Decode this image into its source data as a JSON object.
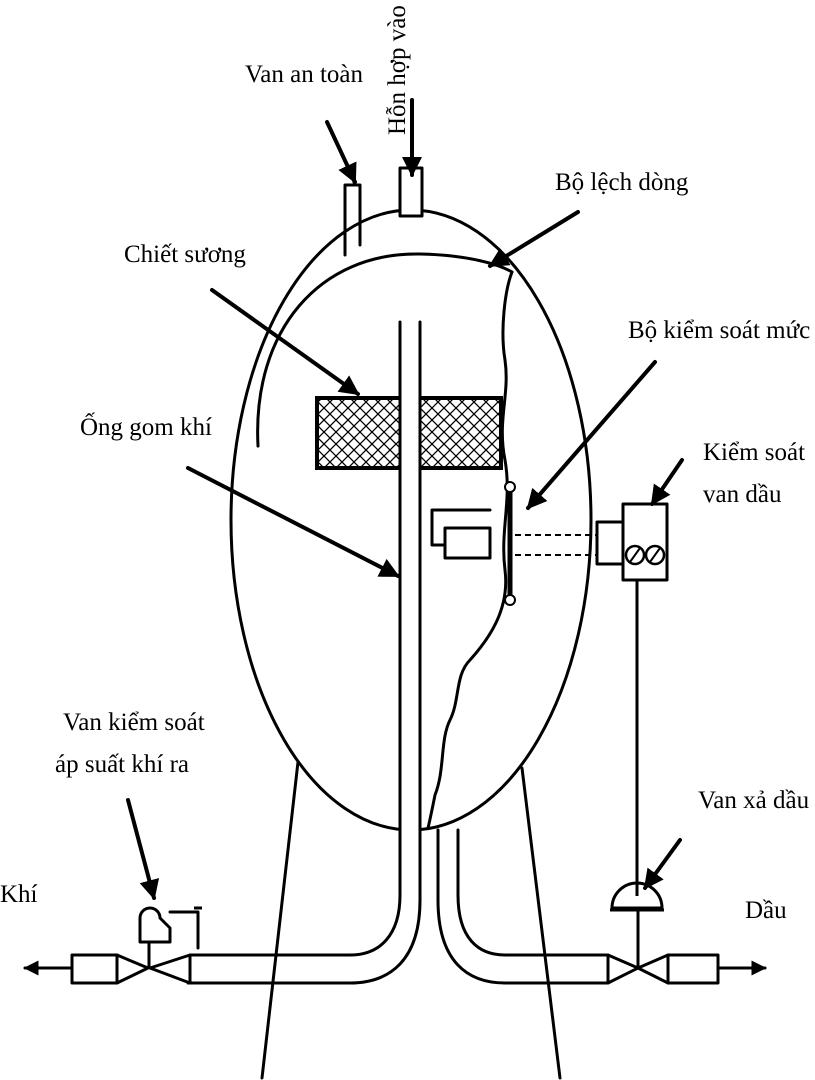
{
  "labels": {
    "safety_valve": "Van an toàn",
    "mixture_in": "Hỗn hợp vào",
    "flow_diverter": "Bộ lệch dòng",
    "mist_extractor": "Chiết sương",
    "level_controller": "Bộ kiểm soát mức",
    "gas_collector_pipe": "Ống gom khí",
    "oil_valve_control_line1": "Kiểm soát",
    "oil_valve_control_line2": "van dầu",
    "gas_pressure_valve_line1": "Van kiểm soát",
    "gas_pressure_valve_line2": "áp suất khí ra",
    "oil_drain_valve": "Van xả dầu",
    "gas_out": "Khí",
    "oil_out": "Dầu"
  },
  "colors": {
    "line": "#000000",
    "background": "#ffffff"
  }
}
